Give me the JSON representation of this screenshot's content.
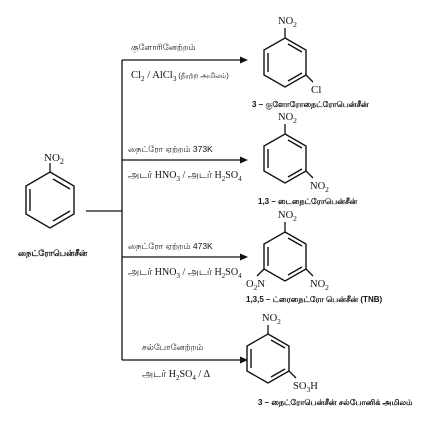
{
  "start": {
    "label": "நைட்ரோபென்சீன்",
    "group": "NO",
    "group_sub": "2"
  },
  "reactions": [
    {
      "reagent_line1": "குளோரினேற்றம்",
      "reagent_line2_a": "Cl",
      "reagent_line2_a_sub": "2",
      "reagent_line2_b": " / AlCl",
      "reagent_line2_b_sub": "3",
      "reagent_line2_c": " (நீரற்ற அமிலம்)",
      "product_name": "3 – குளோரோநைட்ரோபென்சீன்",
      "product_top": "NO",
      "product_top_sub": "2",
      "product_sub": "Cl"
    },
    {
      "reagent_line1": "நைட்ரோ ஏற்றம் 373K",
      "reagent_line2_a": "அடர் HNO",
      "reagent_line2_a_sub": "3",
      "reagent_line2_b": " / அடர் H",
      "reagent_line2_b_sub": "2",
      "reagent_line2_c": "SO",
      "reagent_line2_c_sub": "4",
      "product_name": "1,3 – டைநைட்ரோபென்சீன்",
      "product_top": "NO",
      "product_top_sub": "2",
      "product_sub": "NO",
      "product_sub_sub": "2"
    },
    {
      "reagent_line1": "நைட்ரோ ஏற்றம் 473K",
      "reagent_line2_a": "அடர் HNO",
      "reagent_line2_a_sub": "3",
      "reagent_line2_b": " / அடர் H",
      "reagent_line2_b_sub": "2",
      "reagent_line2_c": "SO",
      "reagent_line2_c_sub": "4",
      "product_name": "1,3,5 – ட்ரைநைட்ரோ பென்சீன் (TNB)",
      "product_top": "NO",
      "product_top_sub": "2",
      "product_left": "O",
      "product_left_sub": "2",
      "product_left_post": "N",
      "product_right": "NO",
      "product_right_sub": "2"
    },
    {
      "reagent_line1": "சல்போனேற்றம்",
      "reagent_line2_a": "அடர் H",
      "reagent_line2_a_sub": "2",
      "reagent_line2_b": "SO",
      "reagent_line2_b_sub": "4",
      "reagent_line2_c": " / Δ",
      "product_name": "3 – நைட்ரோபென்சீன் சல்போனிக் அமிலம்",
      "product_top": "NO",
      "product_top_sub": "2",
      "product_sub": "SO",
      "product_sub_sub": "3",
      "product_sub_post": "H"
    }
  ]
}
